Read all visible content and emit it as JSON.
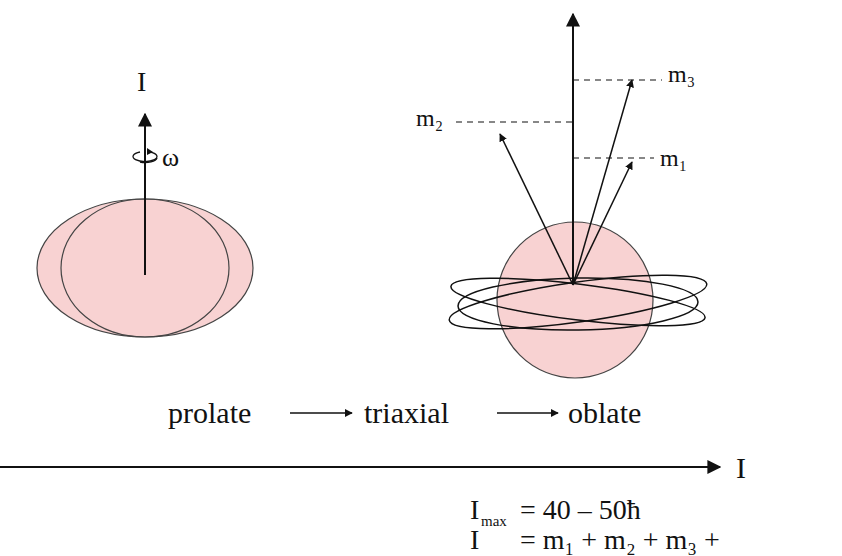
{
  "diagram": {
    "labels": [
      "I",
      "ω",
      "m₃",
      "m₂",
      "m₁",
      "prolate",
      "triaxial",
      "oblate",
      "I",
      "I",
      "max",
      "= 40 – 50ħ",
      "I",
      "= m₁ + m₂ + m₃ +"
    ]
  }
}
